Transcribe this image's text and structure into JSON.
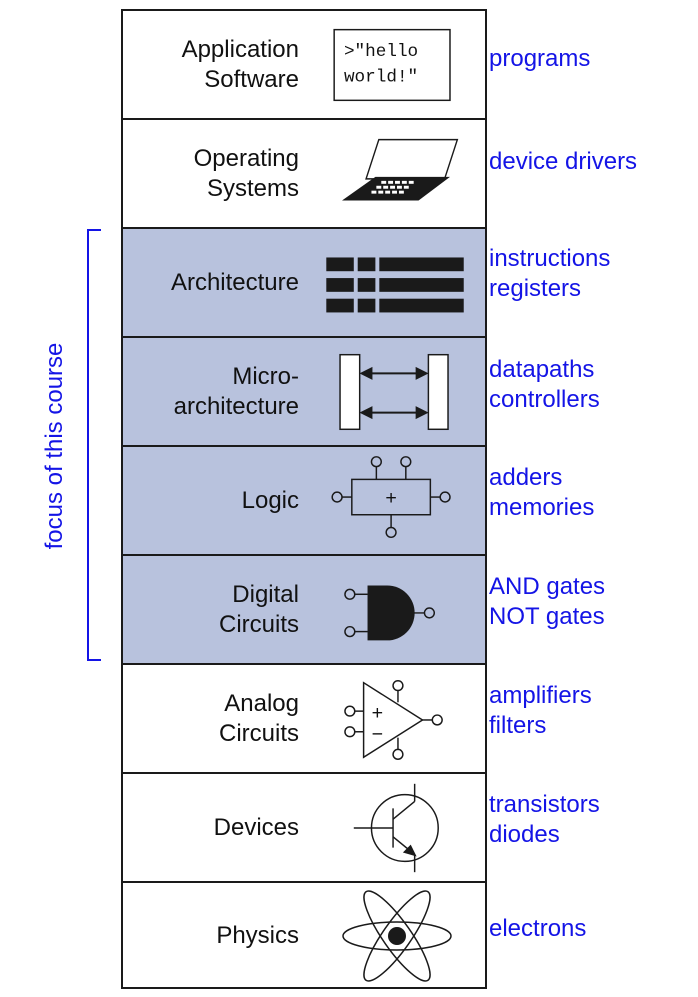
{
  "colors": {
    "focus_fill": "#b8c2dd",
    "annotation": "#1414e6",
    "line": "#1a1a1a"
  },
  "focus": {
    "label": "focus of this course"
  },
  "layers": [
    {
      "name": [
        "Application",
        "Software"
      ],
      "icon": "terminal-hello-world-icon",
      "icon_text": [
        ">\"hello",
        "world!\""
      ],
      "focus": false,
      "examples": [
        "programs"
      ]
    },
    {
      "name": [
        "Operating",
        "Systems"
      ],
      "icon": "laptop-icon",
      "focus": false,
      "examples": [
        "device drivers"
      ]
    },
    {
      "name": [
        "Architecture"
      ],
      "icon": "instruction-register-icon",
      "focus": true,
      "examples": [
        "instructions",
        "registers"
      ]
    },
    {
      "name": [
        "Micro-",
        "architecture"
      ],
      "icon": "datapath-icon",
      "focus": true,
      "examples": [
        "datapaths",
        "controllers"
      ]
    },
    {
      "name": [
        "Logic"
      ],
      "icon": "adder-icon",
      "icon_text": [
        "+"
      ],
      "focus": true,
      "examples": [
        "adders",
        "memories"
      ]
    },
    {
      "name": [
        "Digital",
        "Circuits"
      ],
      "icon": "and-gate-icon",
      "focus": true,
      "examples": [
        "AND gates",
        "NOT gates"
      ]
    },
    {
      "name": [
        "Analog",
        "Circuits"
      ],
      "icon": "op-amp-icon",
      "icon_text": [
        "+",
        "−"
      ],
      "focus": false,
      "examples": [
        "amplifiers",
        "filters"
      ]
    },
    {
      "name": [
        "Devices"
      ],
      "icon": "transistor-icon",
      "focus": false,
      "examples": [
        "transistors",
        "diodes"
      ]
    },
    {
      "name": [
        "Physics"
      ],
      "icon": "atom-icon",
      "focus": false,
      "examples": [
        "electrons"
      ]
    }
  ]
}
